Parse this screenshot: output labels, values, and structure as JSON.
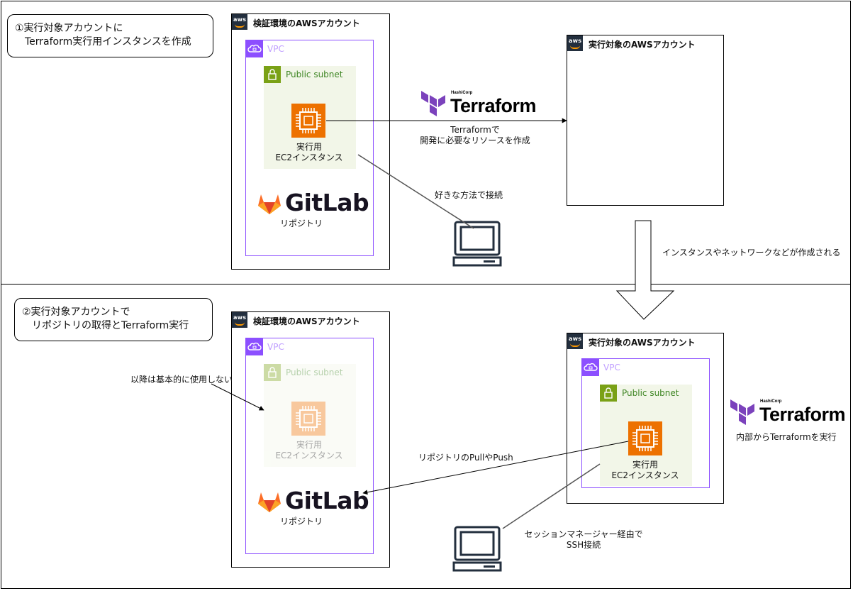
{
  "top": {
    "callout": "①実行対象アカウントに\n　Terraform実行用インスタンスを作成",
    "verify_account": {
      "title": "検証環境のAWSアカウント",
      "vpc": "VPC",
      "subnet": "Public subnet",
      "ec2_label": "実行用\nEC2インスタンス",
      "gitlab_word": "GitLab",
      "repo_label": "リポジトリ"
    },
    "target_account": {
      "title": "実行対象のAWSアカウント"
    },
    "terraform": {
      "vendor": "HashiCorp",
      "word": "Terraform"
    },
    "arrow_label": "Terraformで\n開発に必要なリソースを作成",
    "connect_label": "好きな方法で接続",
    "down_arrow_label": "インスタンスやネットワークなどが作成される"
  },
  "bottom": {
    "callout": "②実行対象アカウントで\n　リポジトリの取得とTerraform実行",
    "verify_account": {
      "title": "検証環境のAWSアカウント",
      "vpc": "VPC",
      "subnet": "Public subnet",
      "ec2_label": "実行用\nEC2インスタンス",
      "gitlab_word": "GitLab",
      "repo_label": "リポジトリ"
    },
    "unused_note": "以降は基本的に使用しない",
    "target_account": {
      "title": "実行対象のAWSアカウント",
      "vpc": "VPC",
      "subnet": "Public subnet",
      "ec2_label": "実行用\nEC2インスタンス"
    },
    "pull_push_label": "リポジトリのPullやPush",
    "ssm_label": "セッションマネージャー経由で\nSSH接続",
    "terraform": {
      "vendor": "HashiCorp",
      "word": "Terraform"
    },
    "terraform_label": "内部からTerraformを実行"
  },
  "aws_badge": "aws"
}
